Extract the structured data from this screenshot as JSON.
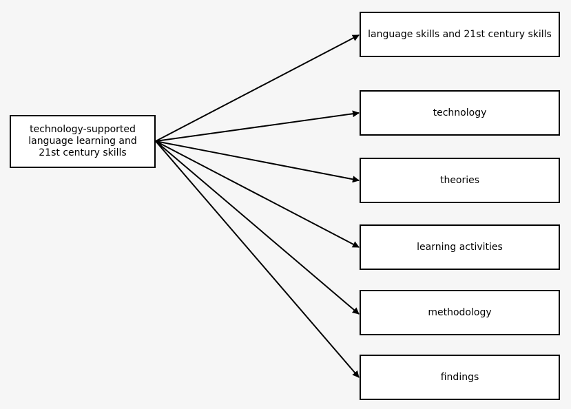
{
  "diagram": {
    "source": {
      "label": "technology-supported language learning and 21st century skills"
    },
    "targets": [
      {
        "label": "language skills and 21st century skills"
      },
      {
        "label": "technology"
      },
      {
        "label": "theories"
      },
      {
        "label": "learning activities"
      },
      {
        "label": "methodology"
      },
      {
        "label": "findings"
      }
    ],
    "colors": {
      "background": "#f6f6f6",
      "box_fill": "#ffffff",
      "stroke": "#000000"
    }
  }
}
